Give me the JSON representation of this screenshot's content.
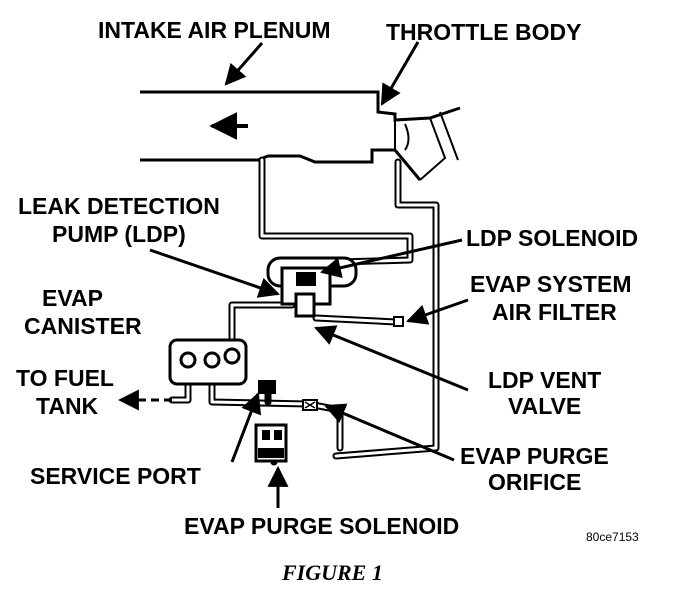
{
  "labels": {
    "intake_air_plenum": "INTAKE AIR PLENUM",
    "throttle_body": "THROTTLE BODY",
    "ldp_line1": "LEAK DETECTION",
    "ldp_line2": "PUMP (LDP)",
    "ldp_solenoid": "LDP SOLENOID",
    "air_filter_line1": "EVAP SYSTEM",
    "air_filter_line2": "AIR FILTER",
    "canister_line1": "EVAP",
    "canister_line2": "CANISTER",
    "fuel_tank_line1": "TO FUEL",
    "fuel_tank_line2": "TANK",
    "vent_valve_line1": "LDP VENT",
    "vent_valve_line2": "VALVE",
    "service_port": "SERVICE PORT",
    "orifice_line1": "EVAP PURGE",
    "orifice_line2": "ORIFICE",
    "purge_solenoid": "EVAP PURGE SOLENOID",
    "ref_code": "80ce7153",
    "caption": "FIGURE 1"
  },
  "colors": {
    "ink": "#000000",
    "paper": "#ffffff"
  },
  "icons": [
    "flow-arrow-icon",
    "leader-arrow-icon"
  ]
}
